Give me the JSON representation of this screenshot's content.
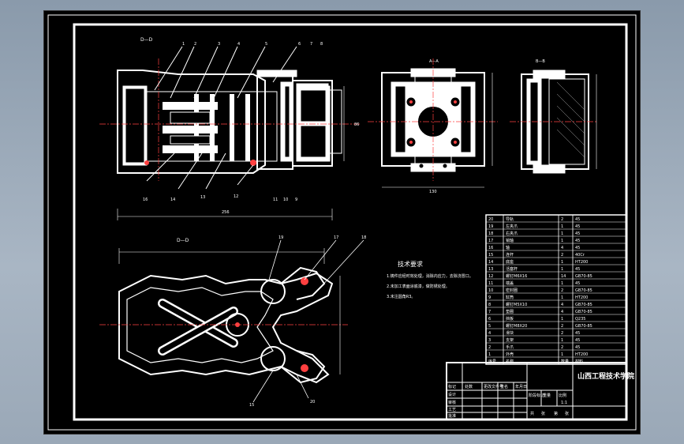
{
  "drawing": {
    "view_labels": {
      "section_top": "D—D",
      "view_a": "A—A",
      "section_b": "B—B",
      "section_bottom": "D—D"
    },
    "balloons_top": [
      "1",
      "2",
      "3",
      "4",
      "5",
      "6",
      "7",
      "8"
    ],
    "balloons_bottom": [
      "16",
      "14",
      "13",
      "12",
      "11",
      "10",
      "9"
    ],
    "balloons_lower_view": [
      "19",
      "17",
      "18",
      "15",
      "20"
    ],
    "tech_requirements": {
      "title": "技术要求",
      "items": [
        "1.铸件应经时效处理，消除内应力，去除浇冒口。",
        "2.未加工表面涂底漆，做防锈处理。",
        "3.未注圆角R3。"
      ]
    },
    "bom": {
      "rows": [
        {
          "no": "20",
          "name": "导轨",
          "qty": "2",
          "material": "45"
        },
        {
          "no": "19",
          "name": "左夹爪",
          "qty": "1",
          "material": "45"
        },
        {
          "no": "18",
          "name": "右夹爪",
          "qty": "1",
          "material": "45"
        },
        {
          "no": "17",
          "name": "销轴",
          "qty": "1",
          "material": "45"
        },
        {
          "no": "16",
          "name": "轴",
          "qty": "4",
          "material": "45"
        },
        {
          "no": "15",
          "name": "连杆",
          "qty": "2",
          "material": "40Cr"
        },
        {
          "no": "14",
          "name": "底座",
          "qty": "1",
          "material": "HT200"
        },
        {
          "no": "13",
          "name": "活塞杆",
          "qty": "1",
          "material": "45"
        },
        {
          "no": "12",
          "name": "螺钉M6X16",
          "qty": "14",
          "material": "GB70-85"
        },
        {
          "no": "11",
          "name": "端盖",
          "qty": "1",
          "material": "45"
        },
        {
          "no": "10",
          "name": "密封圈",
          "qty": "2",
          "material": "GB70-85"
        },
        {
          "no": "9",
          "name": "缸筒",
          "qty": "1",
          "material": "HT200"
        },
        {
          "no": "8",
          "name": "螺钉M5X10",
          "qty": "4",
          "material": "GB70-85"
        },
        {
          "no": "7",
          "name": "垫圈",
          "qty": "4",
          "material": "GB70-85"
        },
        {
          "no": "6",
          "name": "挡板",
          "qty": "1",
          "material": "Q235"
        },
        {
          "no": "5",
          "name": "螺钉M8X20",
          "qty": "2",
          "material": "GB70-85"
        },
        {
          "no": "4",
          "name": "滑块",
          "qty": "2",
          "material": "45"
        },
        {
          "no": "3",
          "name": "支架",
          "qty": "1",
          "material": "45"
        },
        {
          "no": "2",
          "name": "手爪",
          "qty": "2",
          "material": "45"
        },
        {
          "no": "1",
          "name": "外壳",
          "qty": "1",
          "material": "HT200"
        }
      ],
      "header": {
        "no": "序号",
        "name": "名称",
        "qty": "数量",
        "material": "材料"
      }
    },
    "title_block": {
      "school": "山西工程技术学院",
      "row1": [
        "标记",
        "处数",
        "更改文件号",
        "签名",
        "年月日"
      ],
      "labels_left": [
        "设计",
        "审核",
        "工艺",
        "批准"
      ],
      "labels_mid": [
        "阶段标记",
        "重量",
        "比例"
      ],
      "scale": "1:1",
      "sheet": [
        "共",
        "张",
        "第",
        "张"
      ]
    }
  }
}
